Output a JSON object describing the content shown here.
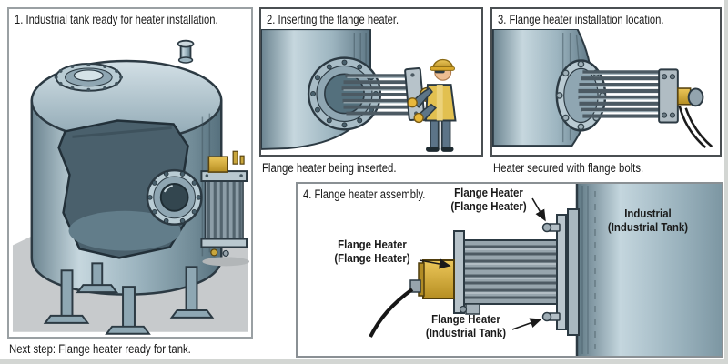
{
  "panel1": {
    "title": "1. Industrial tank ready for heater installation.",
    "caption": "Next step: Flange heater ready for tank."
  },
  "panel2": {
    "title": "2. Inserting the flange heater.",
    "caption": "Flange heater being inserted."
  },
  "panel3": {
    "title": "3. Flange heater installation location.",
    "caption": "Heater secured with flange bolts."
  },
  "panel4": {
    "title": "4. Flange heater assembly.",
    "label_heater_flange_top": [
      "Flange Heater",
      "(Flange Heater)"
    ],
    "label_heater_flange_left": [
      "Flange Heater",
      "(Flange Heater)"
    ],
    "label_heater_tank_bottom": [
      "Flange Heater",
      "(Industrial Tank)"
    ],
    "label_tank": [
      "Industrial",
      "(Industrial Tank)"
    ]
  },
  "colors": {
    "steel_light": "#c6d7de",
    "steel_mid": "#8fa9b6",
    "steel_dark": "#5d7684",
    "outline": "#2c3a43",
    "terminal_yellow": "#dfb93f",
    "floor_gray": "#c7cacc",
    "interior_dark": "#4a606c",
    "cable_black": "#161616"
  }
}
